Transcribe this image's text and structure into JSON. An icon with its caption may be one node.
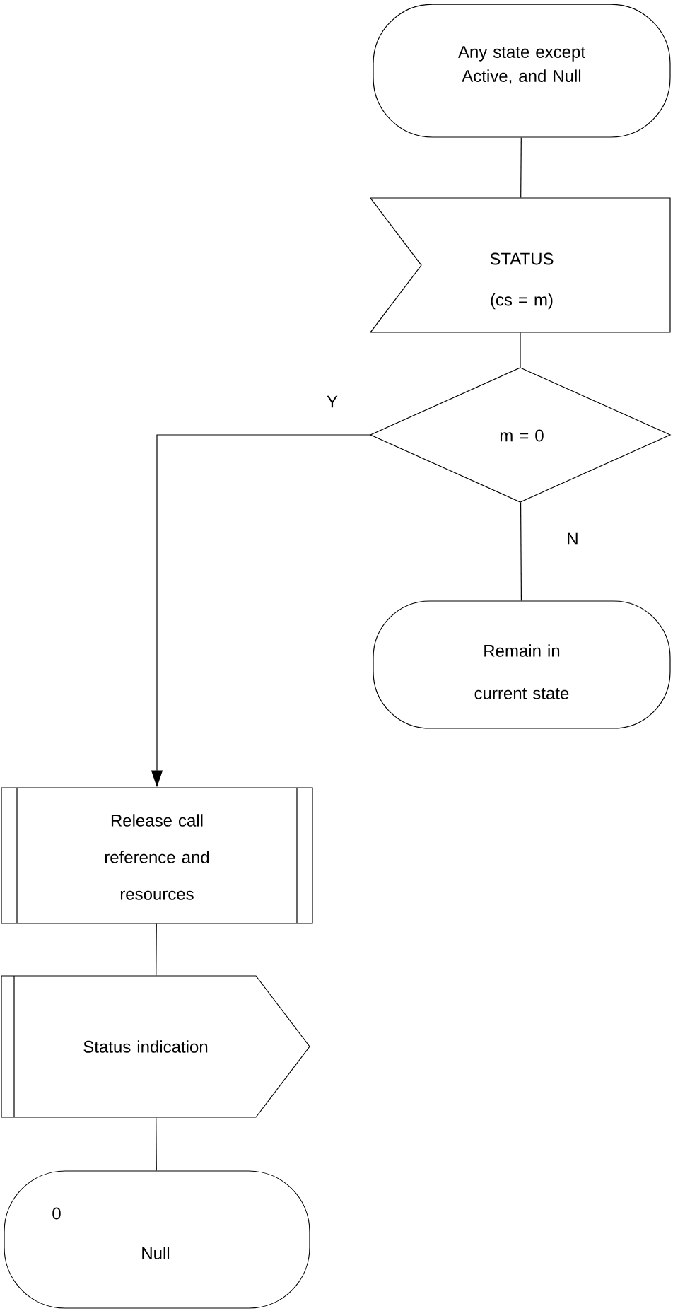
{
  "diagram": {
    "nodes": [
      {
        "text": [
          "Any state except Active, and Null"
        ]
      },
      {
        "text": [
          "STATUS",
          "(cs = m)"
        ]
      },
      {
        "text": [
          "m = 0"
        ]
      },
      {
        "text": [
          "Remain in current state"
        ]
      },
      {
        "text": [
          "Release call reference and resources"
        ]
      },
      {
        "text": [
          "Status indication"
        ]
      },
      {
        "text": [
          "0",
          "Null"
        ]
      }
    ],
    "edges": [
      {
        "from": 0,
        "to": 1,
        "arrow": "none"
      },
      {
        "from": 1,
        "to": 2,
        "arrow": "none"
      },
      {
        "from": 2,
        "to": 4,
        "arrow": "to",
        "label": "Y"
      },
      {
        "from": 2,
        "to": 3,
        "arrow": "none",
        "label": "N"
      },
      {
        "from": 4,
        "to": 5,
        "arrow": "none"
      },
      {
        "from": 5,
        "to": 6,
        "arrow": "none"
      }
    ]
  }
}
